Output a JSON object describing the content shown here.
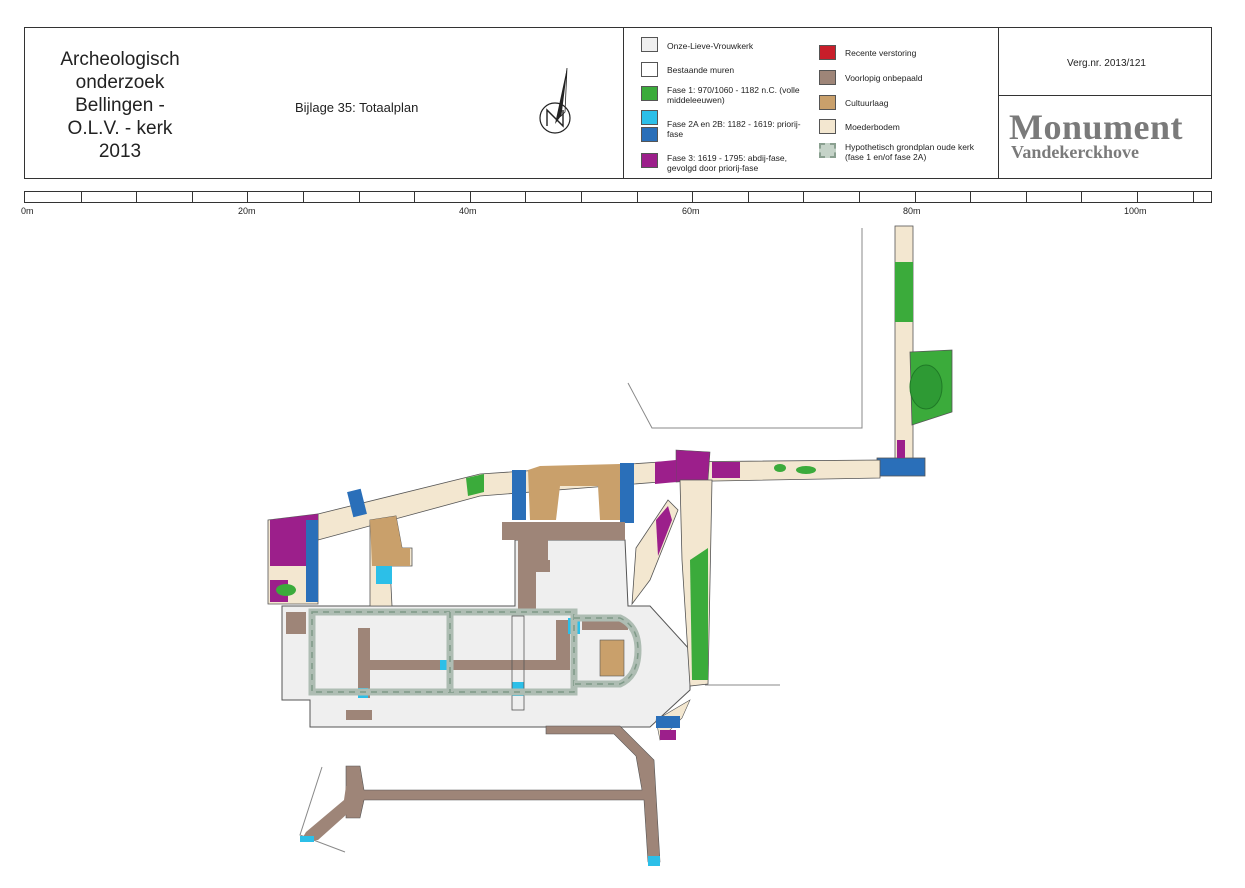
{
  "header": {
    "title_lines": [
      "Archeologisch",
      "onderzoek",
      "Bellingen -",
      "O.L.V. - kerk",
      "2013"
    ],
    "subtitle": "Bijlage 35: Totaalplan",
    "reference": "Verg.nr. 2013/121",
    "logo_main": "Monument",
    "logo_sub": "Vandekerckhove"
  },
  "legend": {
    "onze_lieve_vrouwkerk": "Onze-Lieve-Vrouwkerk",
    "bestaande_muren": "Bestaande muren",
    "fase1": "Fase 1: 970/1060 - 1182 n.C. (volle middeleeuwen)",
    "fase2": "Fase 2A en 2B: 1182 - 1619: priorij-fase",
    "fase3": "Fase 3: 1619 - 1795: abdij-fase, gevolgd door priorij-fase",
    "recente_verstoring": "Recente verstoring",
    "voorlopig": "Voorlopig onbepaald",
    "cultuurlaag": "Cultuurlaag",
    "moederbodem": "Moederbodem",
    "hypothetisch": "Hypothetisch grondplan oude kerk (fase 1 en/of fase 2A)"
  },
  "colors": {
    "church": "#efefef",
    "wall": "#ffffff",
    "fase1": "#3bab3b",
    "fase2a": "#2cbfe8",
    "fase2b": "#2a6fb9",
    "fase3": "#9c1f8b",
    "recent": "#c81e2a",
    "voorlopig": "#9e8578",
    "cultuurlaag": "#c9a06b",
    "moederbodem": "#f3e7d0",
    "hypothetisch": "#c5d3c8"
  },
  "scale": {
    "labels": [
      "0m",
      "20m",
      "40m",
      "60m",
      "80m",
      "100m"
    ]
  }
}
